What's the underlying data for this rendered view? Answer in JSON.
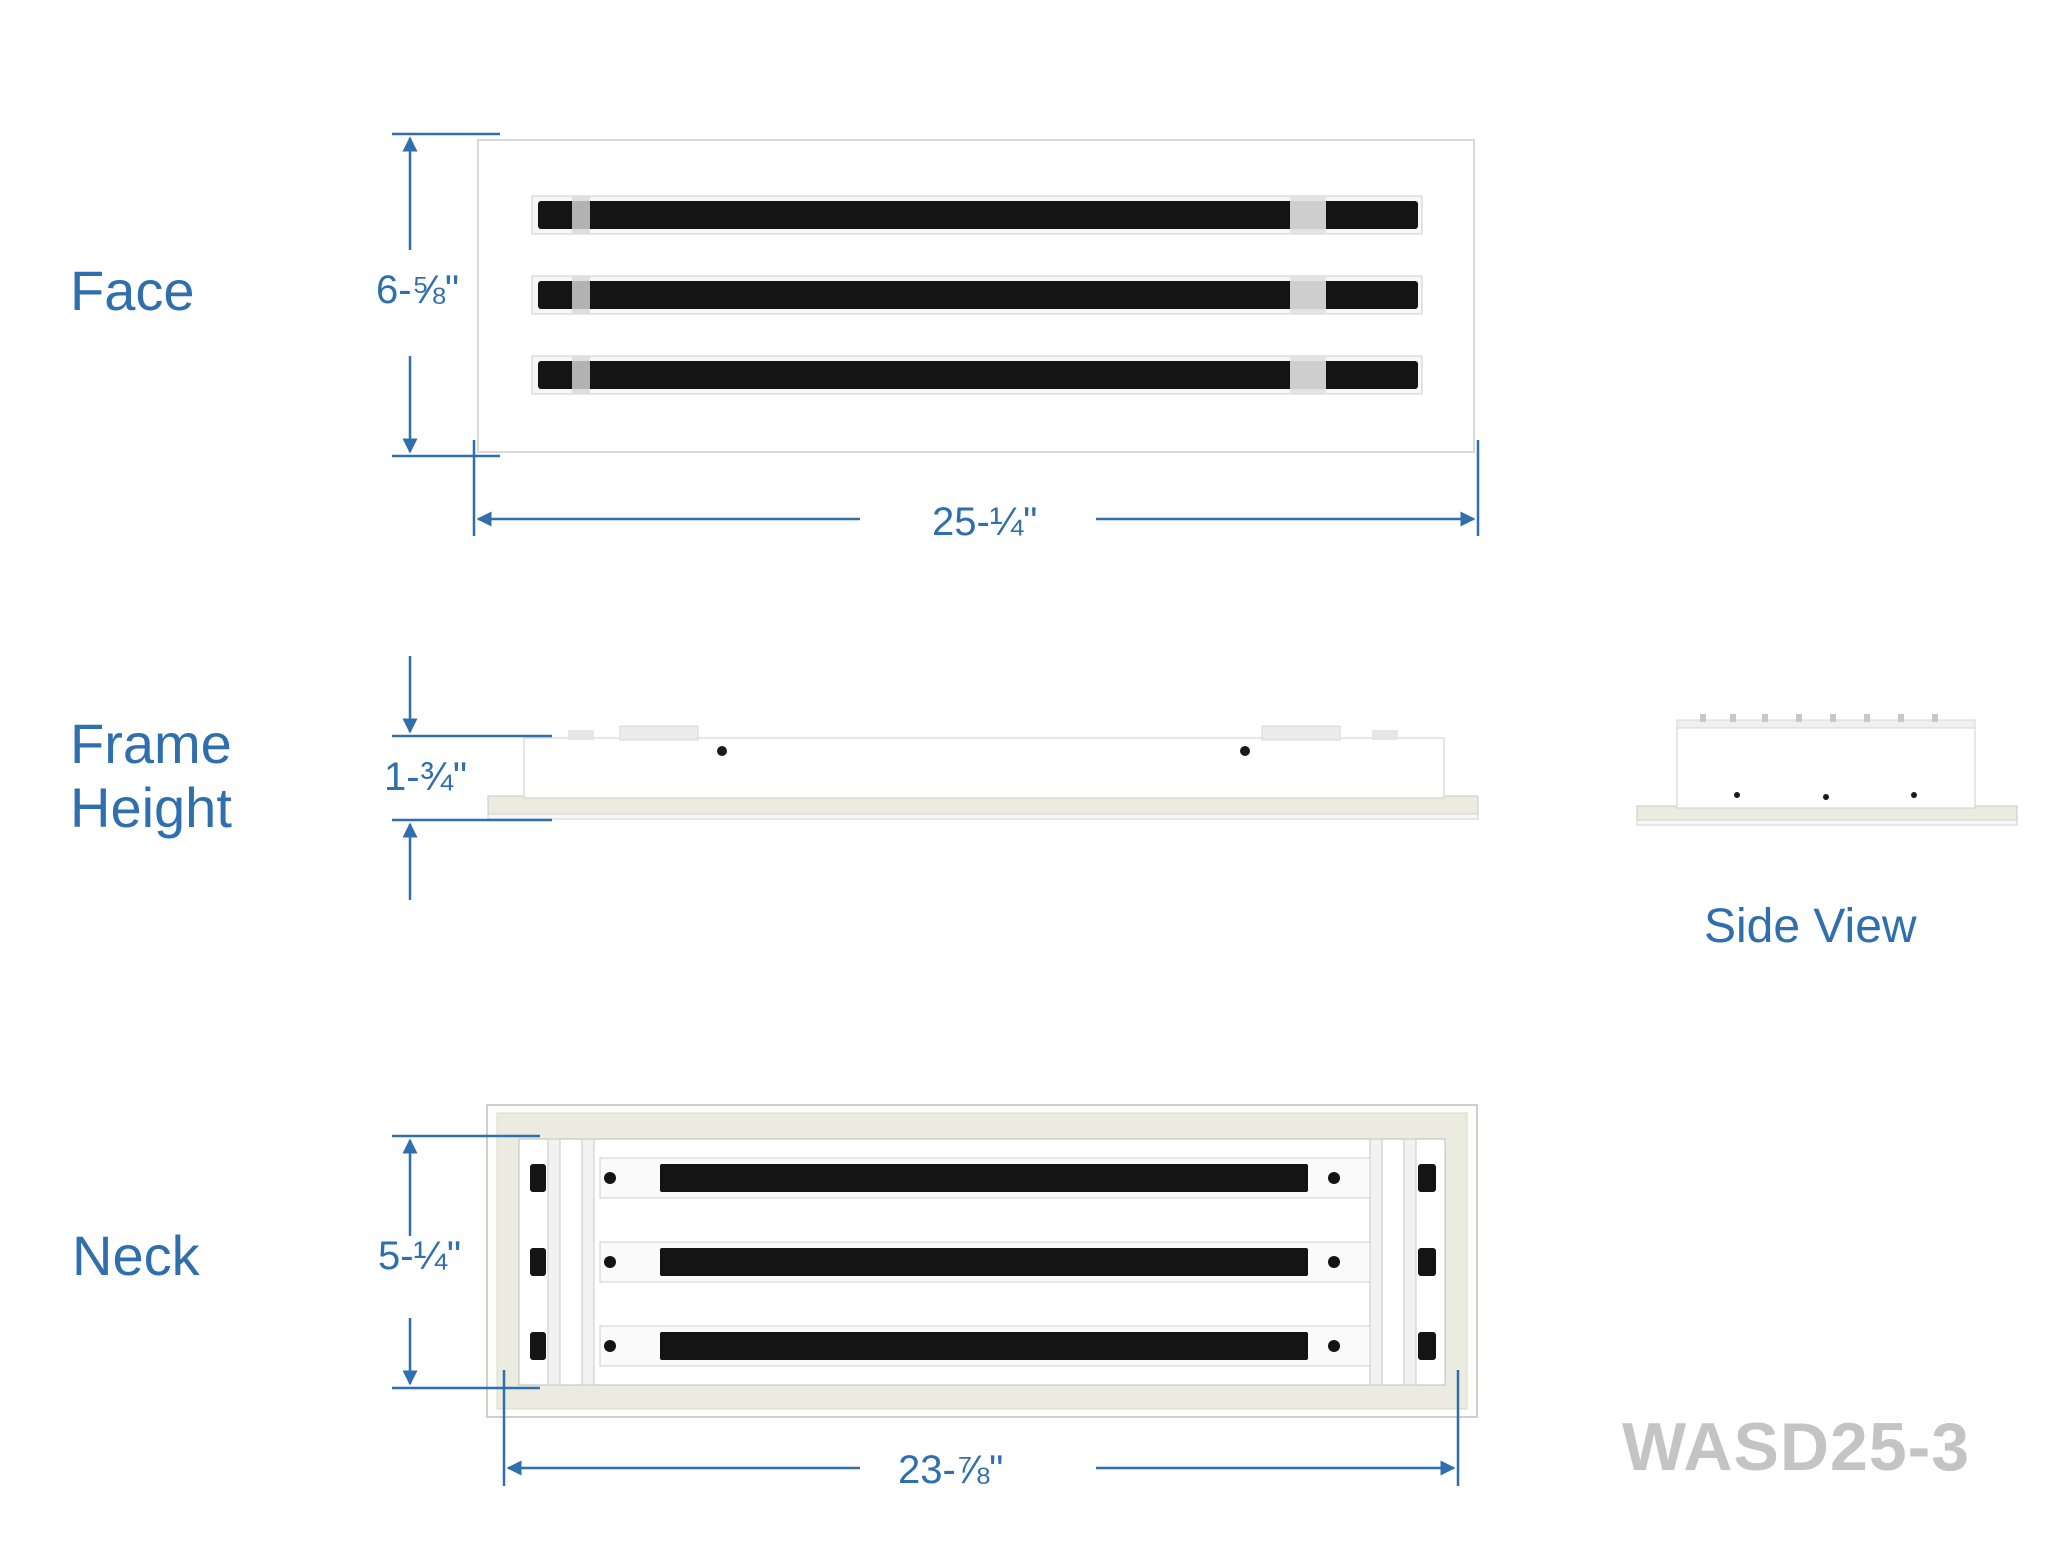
{
  "sections": {
    "face": "Face",
    "frame_height_line1": "Frame",
    "frame_height_line2": "Height",
    "side_view": "Side View",
    "neck": "Neck"
  },
  "dimensions": {
    "face_height": "6-⅝\"",
    "face_width": "25-¼\"",
    "frame_height": "1-¾\"",
    "neck_height": "5-¼\"",
    "neck_width": "23-⅞\""
  },
  "model": "WASD25-3",
  "colors": {
    "dimension_blue": "#2f6fae",
    "slot_black": "#141414",
    "foam": "#ecebe0",
    "model_gray": "#c4c4c4"
  }
}
